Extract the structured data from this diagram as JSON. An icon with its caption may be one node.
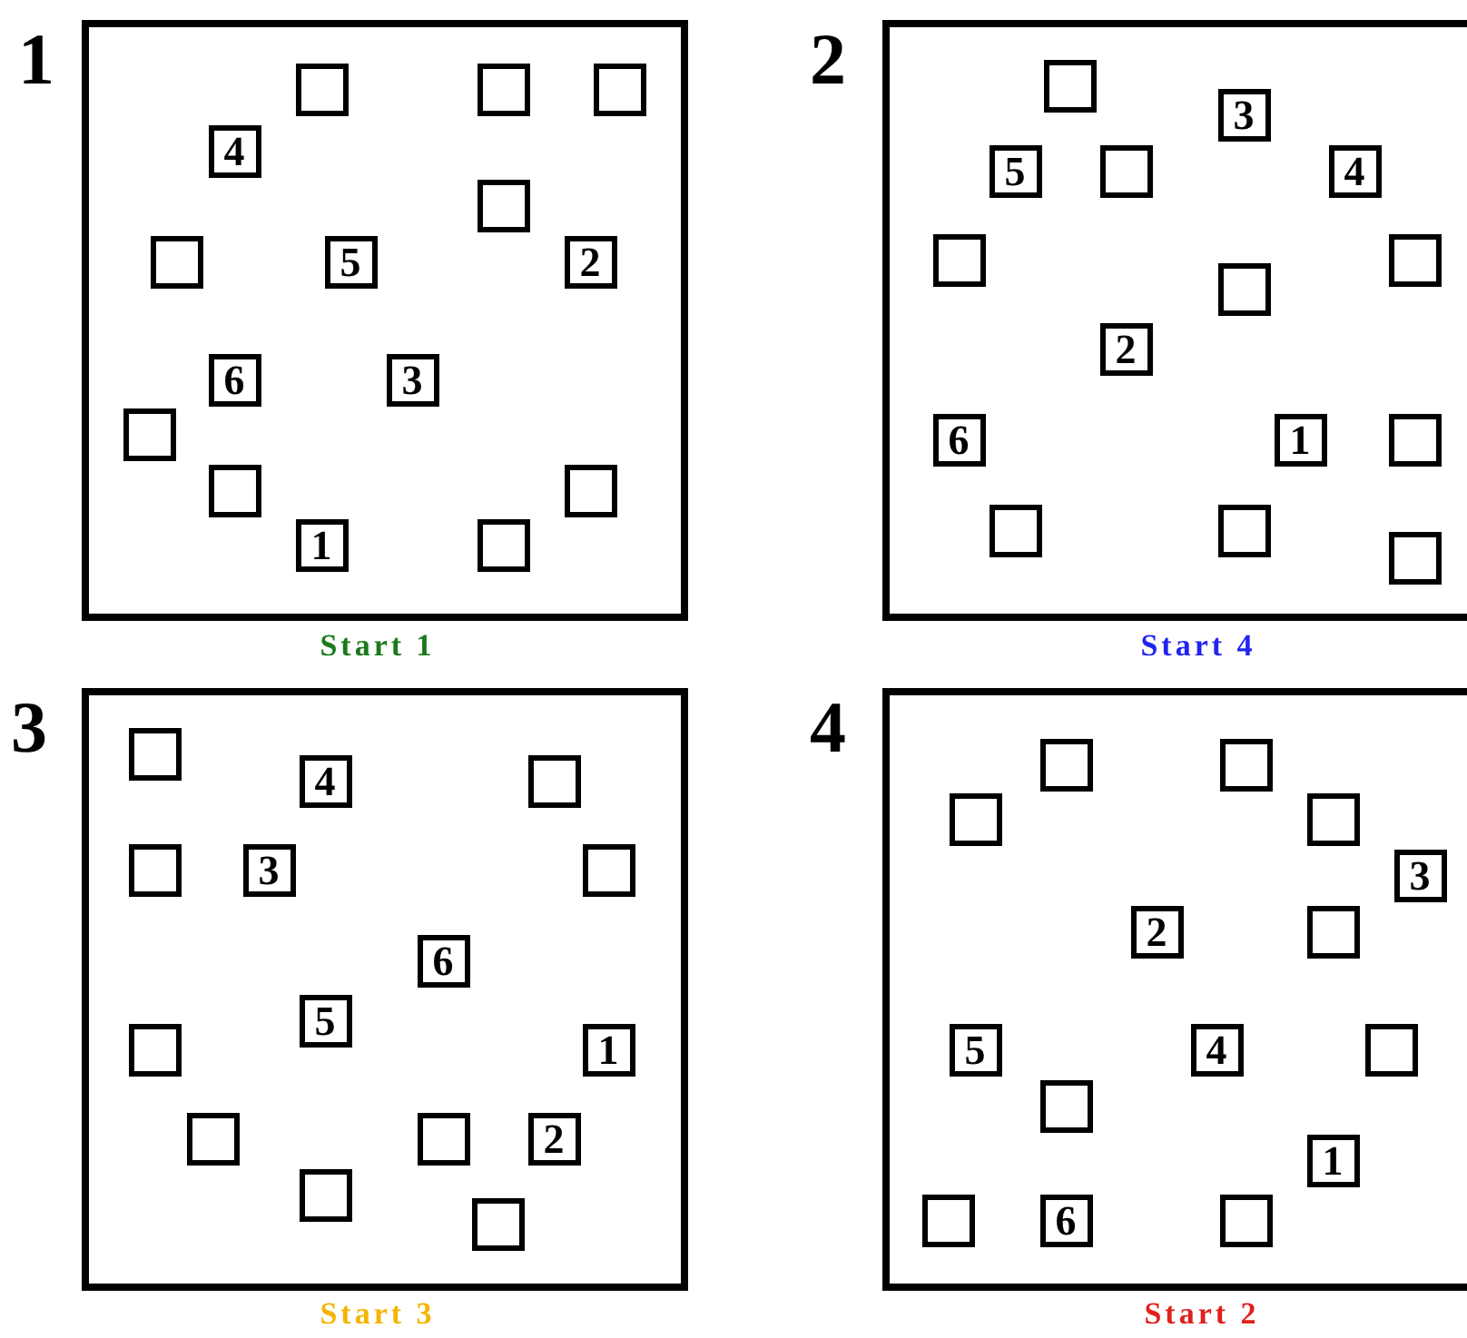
{
  "diagram": {
    "nodes": [
      {
        "text": [
          "1"
        ],
        "beside": [
          "Start 1"
        ]
      },
      {
        "text": [],
        "shape": "box",
        "in": 0
      },
      {
        "text": [],
        "shape": "box",
        "in": 0
      },
      {
        "text": [],
        "shape": "box",
        "in": 0
      },
      {
        "text": [
          "4"
        ],
        "in": 0
      },
      {
        "text": [],
        "shape": "box",
        "in": 0
      },
      {
        "text": [],
        "shape": "box",
        "in": 0
      },
      {
        "text": [
          "5"
        ],
        "in": 0
      },
      {
        "text": [
          "2"
        ],
        "in": 0
      },
      {
        "text": [
          "6"
        ],
        "in": 0
      },
      {
        "text": [
          "3"
        ],
        "in": 0
      },
      {
        "text": [],
        "shape": "box",
        "in": 0
      },
      {
        "text": [],
        "shape": "box",
        "in": 0
      },
      {
        "text": [],
        "shape": "box",
        "in": 0
      },
      {
        "text": [
          "1"
        ],
        "in": 0
      },
      {
        "text": [],
        "shape": "box",
        "in": 0
      },
      {
        "text": [
          "2"
        ],
        "beside": [
          "Start 4"
        ]
      },
      {
        "text": [],
        "shape": "box",
        "in": 16
      },
      {
        "text": [
          "3"
        ],
        "in": 16
      },
      {
        "text": [
          "5"
        ],
        "in": 16
      },
      {
        "text": [],
        "shape": "box",
        "in": 16
      },
      {
        "text": [
          "4"
        ],
        "in": 16
      },
      {
        "text": [],
        "shape": "box",
        "in": 16
      },
      {
        "text": [],
        "shape": "box",
        "in": 16
      },
      {
        "text": [],
        "shape": "box",
        "in": 16
      },
      {
        "text": [
          "2"
        ],
        "in": 16
      },
      {
        "text": [
          "6"
        ],
        "in": 16
      },
      {
        "text": [
          "1"
        ],
        "in": 16
      },
      {
        "text": [],
        "shape": "box",
        "in": 16
      },
      {
        "text": [],
        "shape": "box",
        "in": 16
      },
      {
        "text": [],
        "shape": "box",
        "in": 16
      },
      {
        "text": [],
        "shape": "box",
        "in": 16
      },
      {
        "text": [
          "3"
        ],
        "beside": [
          "Start 3"
        ]
      },
      {
        "text": [],
        "shape": "box",
        "in": 32
      },
      {
        "text": [
          "4"
        ],
        "in": 32
      },
      {
        "text": [],
        "shape": "box",
        "in": 32
      },
      {
        "text": [],
        "shape": "box",
        "in": 32
      },
      {
        "text": [
          "3"
        ],
        "in": 32
      },
      {
        "text": [],
        "shape": "box",
        "in": 32
      },
      {
        "text": [
          "6"
        ],
        "in": 32
      },
      {
        "text": [
          "5"
        ],
        "in": 32
      },
      {
        "text": [],
        "shape": "box",
        "in": 32
      },
      {
        "text": [
          "1"
        ],
        "in": 32
      },
      {
        "text": [],
        "shape": "box",
        "in": 32
      },
      {
        "text": [],
        "shape": "box",
        "in": 32
      },
      {
        "text": [
          "2"
        ],
        "in": 32
      },
      {
        "text": [],
        "shape": "box",
        "in": 32
      },
      {
        "text": [],
        "shape": "box",
        "in": 32
      },
      {
        "text": [
          "4"
        ],
        "beside": [
          "Start 2"
        ]
      },
      {
        "text": [],
        "shape": "box",
        "in": 48
      },
      {
        "text": [],
        "shape": "box",
        "in": 48
      },
      {
        "text": [],
        "shape": "box",
        "in": 48
      },
      {
        "text": [],
        "shape": "box",
        "in": 48
      },
      {
        "text": [
          "3"
        ],
        "in": 48
      },
      {
        "text": [
          "2"
        ],
        "in": 48
      },
      {
        "text": [],
        "shape": "box",
        "in": 48
      },
      {
        "text": [
          "5"
        ],
        "in": 48
      },
      {
        "text": [
          "4"
        ],
        "in": 48
      },
      {
        "text": [],
        "shape": "box",
        "in": 48
      },
      {
        "text": [],
        "shape": "box",
        "in": 48
      },
      {
        "text": [
          "1"
        ],
        "in": 48
      },
      {
        "text": [],
        "shape": "box",
        "in": 48
      },
      {
        "text": [
          "6"
        ],
        "in": 48
      },
      {
        "text": [],
        "shape": "box",
        "in": 48
      }
    ]
  }
}
